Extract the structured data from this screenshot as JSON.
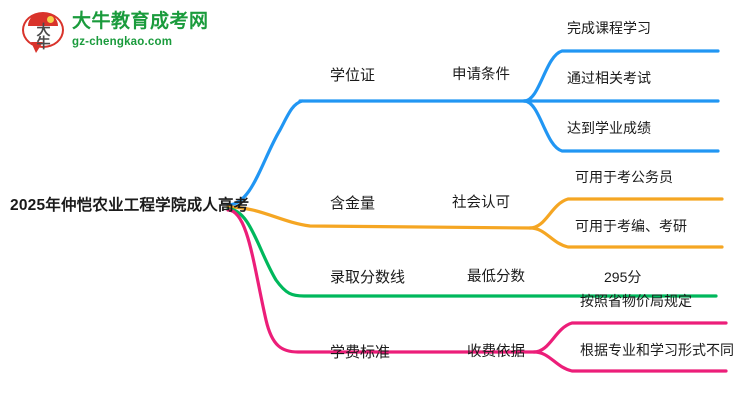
{
  "logo": {
    "mark_line1": "大",
    "mark_line2": "牛",
    "title": "大牛教育成考网",
    "subtitle": "gz-chengkao.com",
    "brand_green": "#1a9b3c",
    "brand_red": "#d9332b"
  },
  "mindmap": {
    "root": "2025年仲恺农业工程学院成人高考",
    "branches": [
      {
        "color": "#2196f3",
        "level2": "学位证",
        "level3": "申请条件",
        "leaves": [
          "完成课程学习",
          "通过相关考试",
          "达到学业成绩"
        ]
      },
      {
        "color": "#f5a623",
        "level2": "含金量",
        "level3": "社会认可",
        "leaves": [
          "可用于考公务员",
          "可用于考编、考研"
        ]
      },
      {
        "color": "#00b85c",
        "level2": "录取分数线",
        "level3": "最低分数",
        "leaves": [
          "295分"
        ]
      },
      {
        "color": "#ec1e79",
        "level2": "学费标准",
        "level3": "收费依据",
        "leaves": [
          "按照省物价局规定",
          "根据专业和学习形式不同"
        ]
      }
    ]
  }
}
